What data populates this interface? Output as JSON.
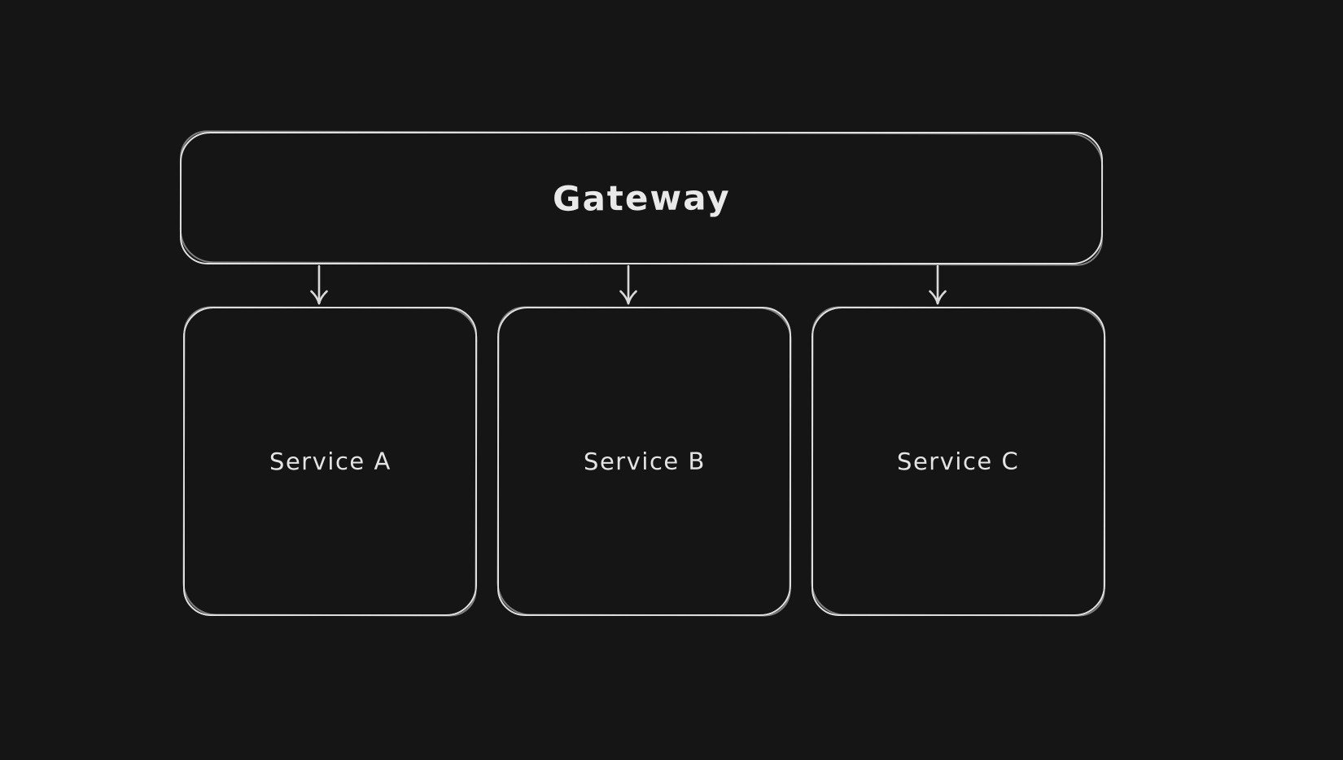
{
  "diagram": {
    "type": "architecture-flow",
    "theme": "dark",
    "colors": {
      "background": "#151515",
      "stroke": "#e2e2e2",
      "text": "#e9e9e9"
    },
    "nodes": [
      {
        "id": "gateway",
        "label": "Gateway",
        "shape": "rounded-rectangle"
      },
      {
        "id": "service-a",
        "label": "Service A",
        "shape": "rounded-rectangle"
      },
      {
        "id": "service-b",
        "label": "Service B",
        "shape": "rounded-rectangle"
      },
      {
        "id": "service-c",
        "label": "Service C",
        "shape": "rounded-rectangle"
      }
    ],
    "edges": [
      {
        "from": "gateway",
        "to": "service-a",
        "style": "arrow-down"
      },
      {
        "from": "gateway",
        "to": "service-b",
        "style": "arrow-down"
      },
      {
        "from": "gateway",
        "to": "service-c",
        "style": "arrow-down"
      }
    ]
  }
}
